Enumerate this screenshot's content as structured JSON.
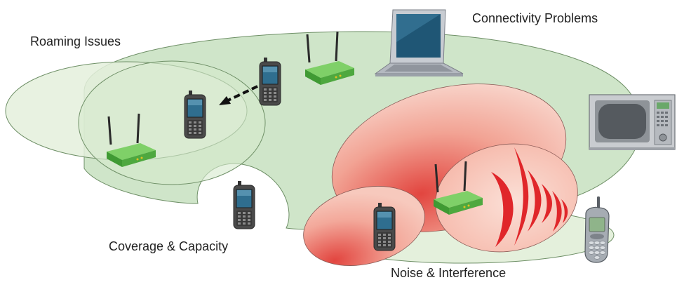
{
  "labels": {
    "roaming": "Roaming Issues",
    "connectivity": "Connectivity Problems",
    "coverage": "Coverage & Capacity",
    "noise": "Noise & Interference"
  },
  "colors": {
    "coverage_fill": "#cfe5c9",
    "coverage_stroke": "#6e8f66",
    "outer_fill": "#e4f0dc",
    "interference_fill": "#f2a394",
    "interference_dark": "#e2453f",
    "wave": "#e0262a",
    "router": "#5fb948",
    "router_dark": "#2f7a26",
    "device_body": "#4a4a4a",
    "device_screen": "#2f6e8f",
    "laptop_body": "#c8ccd2",
    "laptop_screen": "#1f5675",
    "microwave_body": "#c9ccd0",
    "microwave_window": "#555a5f"
  },
  "icons": {
    "router": "wireless-router-icon",
    "handheld": "handheld-scanner-icon",
    "laptop": "laptop-icon",
    "microwave": "microwave-oven-icon",
    "cellphone": "cell-phone-icon",
    "arrow": "movement-arrow-icon",
    "waves": "interference-waves-icon"
  }
}
